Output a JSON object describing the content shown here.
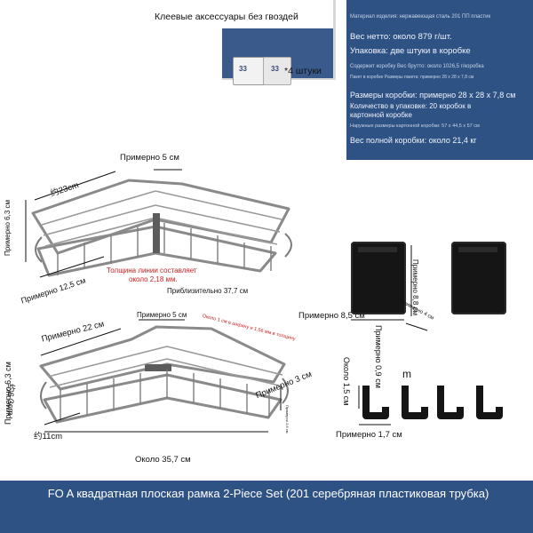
{
  "top_left": {
    "title": "Клеевые аксессуары без гвоздей",
    "hook_label_a": "33",
    "hook_label_b": "33",
    "quantity": "*4 штуки"
  },
  "spec_panel": {
    "material": "Материал изделия: нержавеющая сталь 201 ПП пластик",
    "net_weight": "Вес нетто: около 879 г/шт.",
    "packing": "Упаковка: две штуки в коробке",
    "box_contents": "Содержит коробку Вес брутто: около 1026,5 г/коробка",
    "box_note": "Пакет в коробке Размеры пакета: примерно 28 x 28 x 7,8 см",
    "box_size": "Размеры коробки: примерно 28 x 28 x 7,8 см",
    "qty_pack": "Количество в упаковке: 20 коробок в",
    "qty_pack2": "картонной коробке",
    "outer_size": "Наружные размеры картонной коробки: 57 x 44,5 x 57 см",
    "gross_weight": "Вес полной коробки: около 21,4 кг"
  },
  "shelf_top": {
    "d1": "Примерно 5 см",
    "d2": "约23cm",
    "d3": "Примерно 6,3 см",
    "d4": "Толщина линии составляет",
    "d4b": "около 2,18 мм.",
    "d5": "Примерно 12,5 см",
    "d6": "Приблизительно 37,7 см"
  },
  "shelf_bottom": {
    "d1": "Примерно 22 см",
    "d2": "Примерно 5 см",
    "d3": "Около 1 см в ширину и 1,56 мм в толщину",
    "d4": "Примерно 3 см",
    "d5": "Примерно 2,6 см",
    "d6": "约6 3cm",
    "d7": "Примерно 6,3 см",
    "d8": "约11cm",
    "d9": "Около 35,7 см"
  },
  "accessories": {
    "bracket_h": "Примерно 8,8 см",
    "bracket_w": "Примерно 8,5 см",
    "bracket_d": "Примерно 4 см",
    "bracket_t": "Примерно 0,9 см",
    "hook_marker": "m",
    "hook_h": "Около 1,5 см",
    "hook_w": "Примерно 1,7 см"
  },
  "caption": "FO A квадратная плоская рамка 2-Piece Set (201 серебряная пластиковая трубка)"
}
